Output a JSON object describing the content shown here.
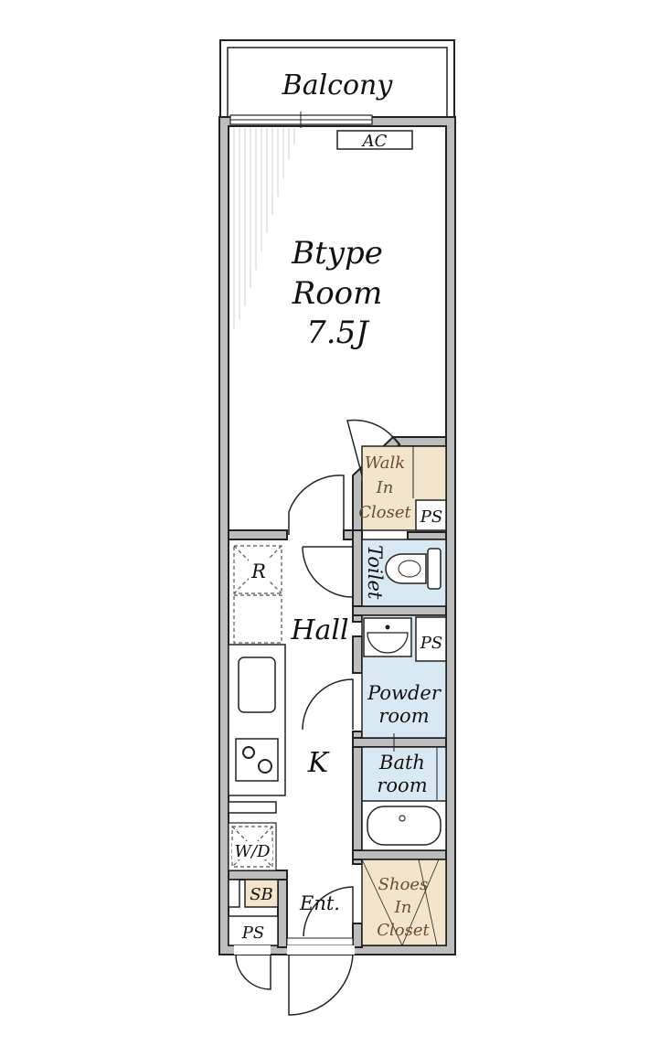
{
  "labels": {
    "balcony": "Balcony",
    "ac": "AC",
    "room_line1": "Btype",
    "room_line2": "Room",
    "room_line3": "7.5J",
    "walk_in_closet_1": "Walk",
    "walk_in_closet_2": "In",
    "walk_in_closet_3": "Closet",
    "ps_top": "PS",
    "toilet": "Toilet",
    "refrigerator": "R",
    "hall": "Hall",
    "ps_mid": "PS",
    "powder_1": "Powder",
    "powder_2": "room",
    "kitchen": "K",
    "bath_1": "Bath",
    "bath_2": "room",
    "washer_dryer": "W/D",
    "shoe_box": "SB",
    "entrance": "Ent.",
    "shoes_closet_1": "Shoes",
    "shoes_closet_2": "In",
    "shoes_closet_3": "Closet",
    "ps_bottom": "PS"
  },
  "colors": {
    "wall": "#bdbdbd",
    "closet_fill": "#f3e4cc",
    "wet_fill": "#d9e9f4",
    "line": "#222222"
  }
}
